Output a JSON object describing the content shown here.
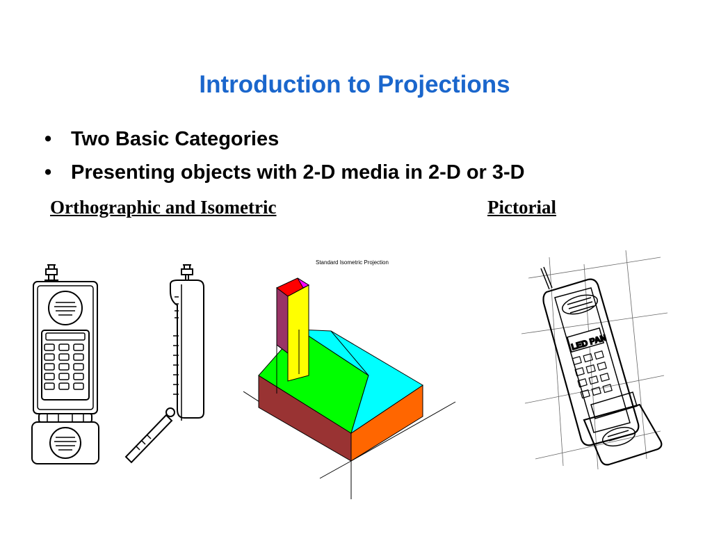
{
  "slide": {
    "title": "Introduction to Projections",
    "bullets": [
      "Two Basic Categories",
      "Presenting objects with 2-D media in 2-D or 3-D"
    ],
    "bullet_glyph": "•",
    "labels": {
      "orthographic": "Orthographic and  Isometric",
      "pictorial": "Pictorial"
    },
    "iso_caption": "Standard Isometric Projection",
    "phone_display": "LED PAN",
    "colors": {
      "title": "#1a66cc",
      "iso_top_red": "#ff0000",
      "iso_top_magenta": "#ff00ff",
      "iso_chimney_purple": "#993366",
      "iso_chimney_yellow": "#ffff00",
      "iso_roof_green": "#00ff00",
      "iso_roof_cyan": "#00ffff",
      "iso_wall_brown": "#993333",
      "iso_wall_orange": "#ff6600"
    }
  }
}
